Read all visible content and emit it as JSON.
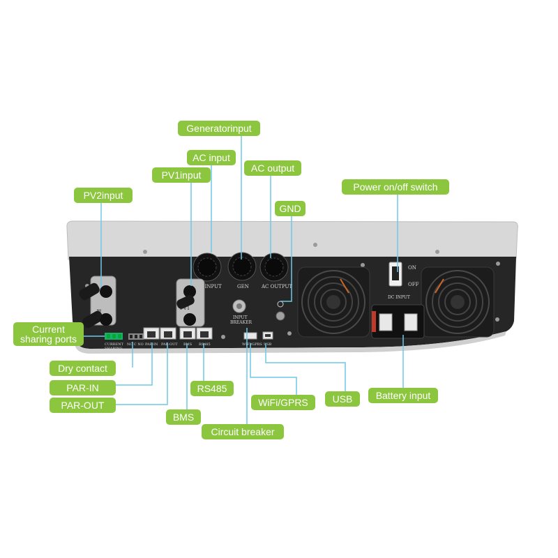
{
  "callouts": {
    "generator_input": "Generatorinput",
    "ac_input": "AC input",
    "pv1_input": "PV1input",
    "ac_output": "AC output",
    "power_switch": "Power on/off switch",
    "pv2_input": "PV2input",
    "gnd": "GND",
    "current_sharing_line1": "Current",
    "current_sharing_line2": "sharing ports",
    "dry_contact": "Dry contact",
    "par_in": "PAR-IN",
    "par_out": "PAR-OUT",
    "rs485": "RS485",
    "wifi_gprs": "WiFi/GPRS",
    "usb": "USB",
    "battery_input": "Battery input",
    "bms": "BMS",
    "circuit_breaker": "Circuit breaker"
  },
  "panel_labels": {
    "ac_input": "AC INPUT",
    "gen": "GEN",
    "ac_output": "AC OUTPUT",
    "input_breaker_1": "INPUT",
    "input_breaker_2": "BREAKER",
    "on": "ON",
    "off": "OFF",
    "dc_input": "DC INPUT",
    "current_sharing_1": "CURRENT",
    "current_sharing_2": "SHARING",
    "nc_c_no": "NC C NO",
    "par_in": "PAR-IN",
    "par_out": "PAR-OUT",
    "bms": "BMS",
    "rs485": "RS485",
    "wifi_gprs": "WIFI/GPRS",
    "usb": "USB",
    "pv2": "PV2",
    "pv1": "PV1"
  },
  "colors": {
    "callout_green": "#8cc63f",
    "leader_blue": "#6fc9e8",
    "housing_dark": "#262626",
    "top_cover": "#d6d6d6"
  }
}
